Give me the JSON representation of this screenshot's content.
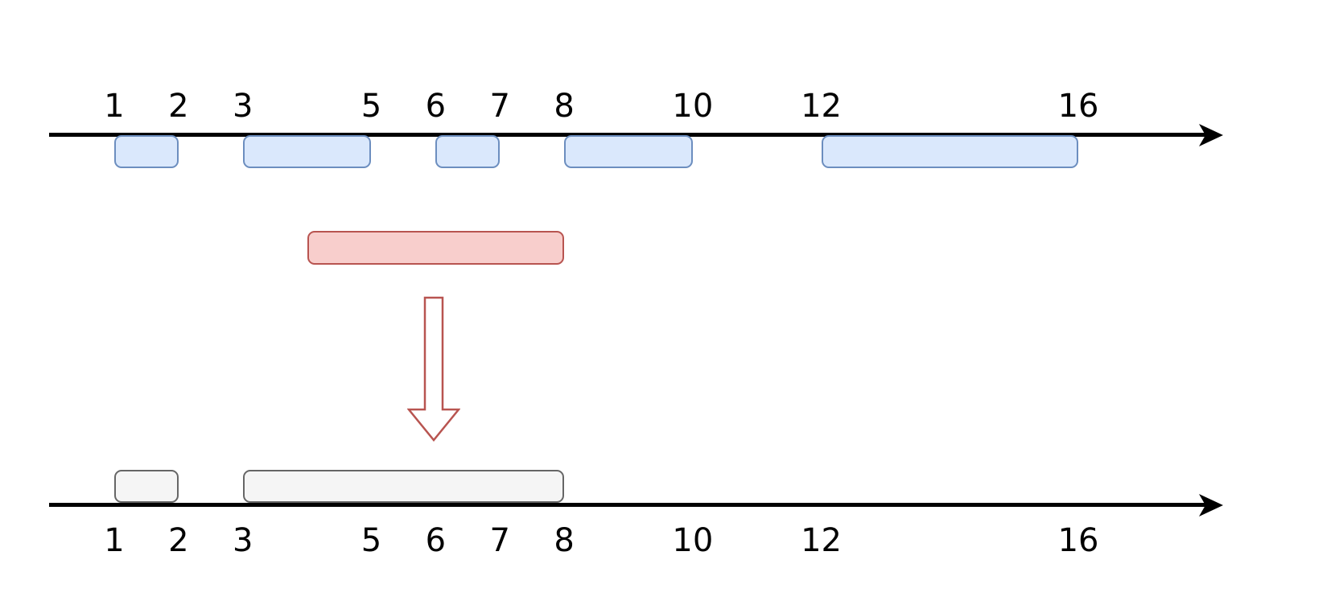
{
  "colors": {
    "axis": "#000000",
    "interval_fill": "#dae8fc",
    "interval_border": "#6c8ebf",
    "new_interval_fill": "#f8cecc",
    "new_interval_border": "#b85450",
    "merged_fill": "#f5f5f5",
    "merged_border": "#666666"
  },
  "top_axis": {
    "ticks": [
      {
        "label": "1",
        "value": 1
      },
      {
        "label": "2",
        "value": 2
      },
      {
        "label": "3",
        "value": 3
      },
      {
        "label": "5",
        "value": 5
      },
      {
        "label": "6",
        "value": 6
      },
      {
        "label": "7",
        "value": 7
      },
      {
        "label": "8",
        "value": 8
      },
      {
        "label": "10",
        "value": 10
      },
      {
        "label": "12",
        "value": 12
      },
      {
        "label": "16",
        "value": 16
      }
    ],
    "intervals": [
      {
        "start": 1,
        "end": 2
      },
      {
        "start": 3,
        "end": 5
      },
      {
        "start": 6,
        "end": 7
      },
      {
        "start": 8,
        "end": 10
      },
      {
        "start": 12,
        "end": 16
      }
    ]
  },
  "new_interval": {
    "start": 4,
    "end": 8
  },
  "bottom_axis": {
    "ticks": [
      {
        "label": "1",
        "value": 1
      },
      {
        "label": "2",
        "value": 2
      },
      {
        "label": "3",
        "value": 3
      },
      {
        "label": "5",
        "value": 5
      },
      {
        "label": "6",
        "value": 6
      },
      {
        "label": "7",
        "value": 7
      },
      {
        "label": "8",
        "value": 8
      },
      {
        "label": "10",
        "value": 10
      },
      {
        "label": "12",
        "value": 12
      },
      {
        "label": "16",
        "value": 16
      }
    ],
    "intervals": [
      {
        "start": 1,
        "end": 2
      },
      {
        "start": 3,
        "end": 8
      }
    ]
  }
}
